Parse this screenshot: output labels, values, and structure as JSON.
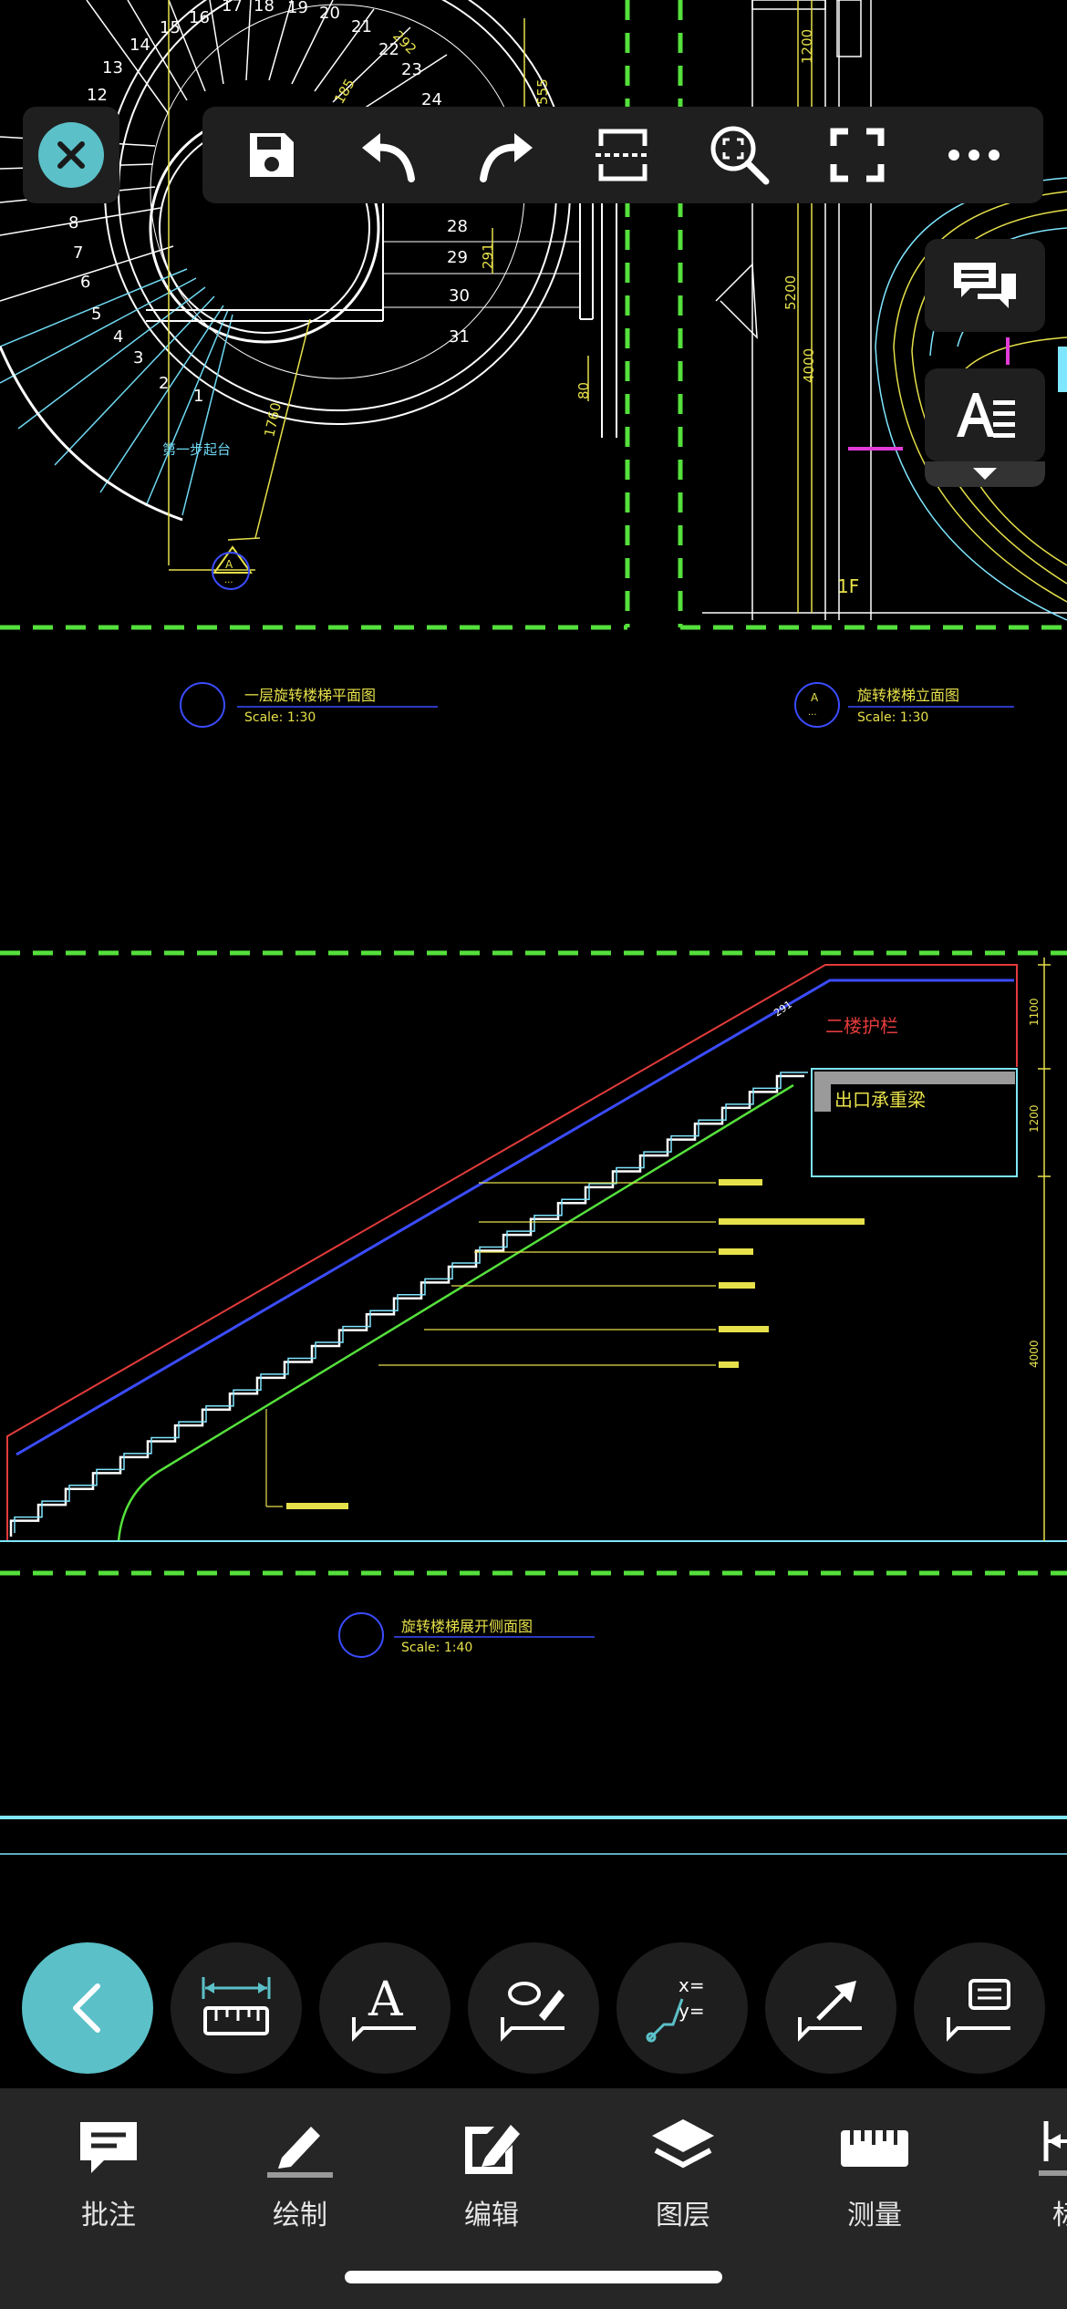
{
  "colors": {
    "accent": "#5bc0c8",
    "toolbar_bg": "#1f1f1f",
    "tabbar_bg": "#262626",
    "frame_green": "#55e03c",
    "cad_yellow": "#e6e04a",
    "cad_cyan": "#7fe6ff",
    "cad_red": "#e23b3b",
    "cad_blue": "#3b4cff"
  },
  "toolbar": {
    "close": "close-icon",
    "buttons": [
      "save-icon",
      "undo-icon",
      "redo-icon",
      "section-icon",
      "zoom-extents-icon",
      "fullscreen-icon",
      "more-icon"
    ]
  },
  "side_panel": {
    "buttons": [
      "comments-icon",
      "text-style-icon"
    ]
  },
  "drawing": {
    "stair_numbers_top": [
      "13",
      "14",
      "15",
      "16",
      "17",
      "18",
      "19",
      "20",
      "21",
      "22",
      "23",
      "24"
    ],
    "stair_numbers_left": [
      "12",
      "8",
      "7",
      "6",
      "5",
      "4",
      "3",
      "2",
      "1"
    ],
    "stair_numbers_right": [
      "28",
      "29",
      "30",
      "31"
    ],
    "first_step_label": "第一步起台",
    "dims": {
      "d1760": "1760",
      "d291": "291",
      "d555": "555",
      "d80": "80",
      "d1200": "1200",
      "d5200": "5200",
      "d4000": "4000",
      "d1100": "1100",
      "d1200b": "1200",
      "d4000b": "4000",
      "d291b": "291",
      "d292": "292",
      "d185": "185"
    },
    "section_marker_letter": "A",
    "section_marker_sub": "...",
    "floor_label": "1F",
    "title_plan": "一层旋转楼梯平面图",
    "scale_plan": "Scale: 1:30",
    "title_elev_letter": "A",
    "title_elev_sub": "...",
    "title_elev": "旋转楼梯立面图",
    "scale_elev": "Scale: 1:30",
    "label_guardrail": "二楼护栏",
    "label_beam": "出口承重梁",
    "title_unfold": "旋转楼梯展开侧面图",
    "scale_unfold": "Scale: 1:40"
  },
  "round_tools": [
    "back-icon",
    "measure-ruler-icon",
    "text-annotation-icon",
    "sketch-annotation-icon",
    "coordinate-icon",
    "arrow-annotation-icon",
    "comment-annotation-icon"
  ],
  "tabs": [
    {
      "label": "批注",
      "icon": "annotation-icon"
    },
    {
      "label": "绘制",
      "icon": "draw-icon"
    },
    {
      "label": "编辑",
      "icon": "edit-icon"
    },
    {
      "label": "图层",
      "icon": "layers-icon"
    },
    {
      "label": "测量",
      "icon": "measure-icon"
    },
    {
      "label": "标",
      "icon": "dimension-icon"
    }
  ]
}
